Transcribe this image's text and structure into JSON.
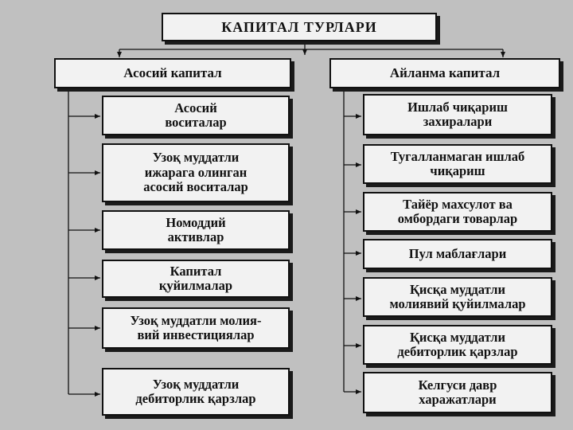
{
  "title": "КАПИТАЛ  ТУРЛАРИ",
  "left": {
    "header": "Асосий капитал",
    "items": [
      "Асосий\nвоситалар",
      "Узоқ муддатли\nижарага олинган\nасосий воситалар",
      "Номоддий\nактивлар",
      "Капитал\nқуйилмалар",
      "Узоқ муддатли молия-\nвий инвестициялар",
      "Узоқ муддатли\nдебиторлик қарзлар"
    ]
  },
  "right": {
    "header": "Айланма капитал",
    "items": [
      "Ишлаб чиқариш\nзахиралари",
      "Тугалланмаган ишлаб\nчиқариш",
      "Тайёр махсулот ва\nомбордаги товарлар",
      "Пул маблағлари",
      "Қисқа муддатли\nмолиявий қуйилмалар",
      "Қисқа муддатли\nдебиторлик қарзлар",
      "Келгуси давр\nхаражатлари"
    ]
  },
  "colors": {
    "background": "#c0c0c0",
    "box_fill": "#f2f2f2",
    "line": "#111111"
  }
}
